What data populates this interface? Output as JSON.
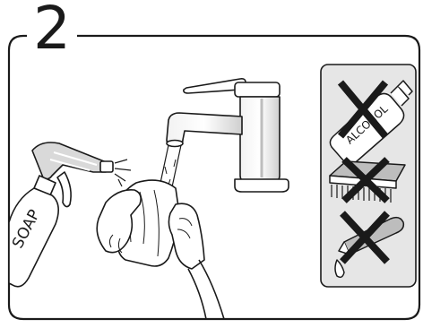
{
  "step": {
    "number": "2"
  },
  "labels": {
    "soap": "SOAP",
    "alcohol": "ALCOHOL"
  },
  "colors": {
    "line": "#1a1a1a",
    "background": "#ffffff",
    "shade_light": "#d9d9d9",
    "shade_mid": "#bdbdbd",
    "panel_fill": "#e6e6e6"
  },
  "icons": {
    "faucet": "faucet-icon",
    "spray_bottle": "spray-bottle-icon",
    "cloth_hands": "hands-with-cloth-icon",
    "prohibited_alcohol": "alcohol-bottle-crossed-icon",
    "prohibited_brush": "scrub-brush-crossed-icon",
    "prohibited_thermometer": "thermometer-crossed-icon"
  }
}
